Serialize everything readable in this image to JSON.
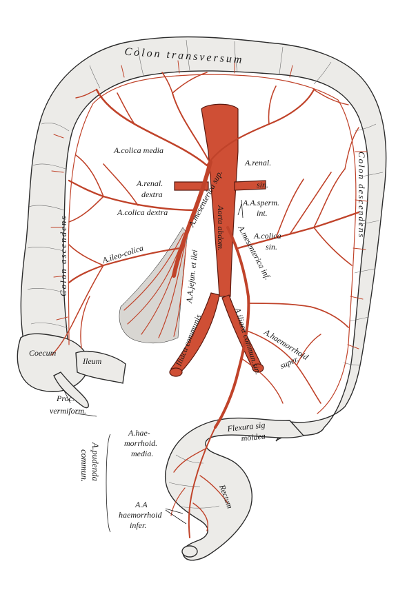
{
  "colors": {
    "artery": "#c0432a",
    "aorta": "#cf4f35",
    "colon": "#ecebe8",
    "ink": "#1a1a1a"
  },
  "labels": {
    "colon_transversum": "Colon transversum",
    "colon_ascendens": "Colon ascendens",
    "colon_descendens": "Colon descendens",
    "a_colica_media": "A.colica media",
    "a_renal_dextra_1": "A.renal.",
    "a_renal_dextra_2": "dextra",
    "a_colica_dextra": "A.colica dextra",
    "a_ileo_colica": "A.ileo-colica",
    "a_renal_sin_1": "A.renal.",
    "a_renal_sin_2": "sin.",
    "aa_sperm_int_1": "A.A.sperm.",
    "aa_sperm_int_2": "int.",
    "a_colica_sin_1": "A.colica",
    "a_colica_sin_2": "sin.",
    "mesenterica_sup": "A.mesenterica sup.",
    "aorta_abdom": "Aorta abdom.",
    "mesenterica_inf": "A.mesenterica inf.",
    "aa_jejun_et_ilei": "A.A.jejun. et ilei",
    "iliaca_communis": "Iliaca communis",
    "iliaca_communis_sin": "A.iliaca commun.sin.",
    "a_haemorrhoid_super_1": "A.haemorrhoid",
    "a_haemorrhoid_super_2": "super.",
    "coecum": "Coecum",
    "ileum": "Ileum",
    "proc_vermiform_1": "Proc.",
    "proc_vermiform_2": "vermiform.",
    "flexura_sigmoidea_1": "Flexura sig",
    "flexura_sigmoidea_2": "moidea",
    "a_haemorrhoid_media_1": "A.hae-",
    "a_haemorrhoid_media_2": "morrhoid.",
    "a_haemorrhoid_media_3": "media.",
    "a_pudenda_communis_1": "A.pudenda",
    "a_pudenda_communis_2": "commun.",
    "aa_haemorrhoid_infer_1": "A.A",
    "aa_haemorrhoid_infer_2": "haemorrhoid",
    "aa_haemorrhoid_infer_3": "infer.",
    "rectum": "Rectum"
  }
}
